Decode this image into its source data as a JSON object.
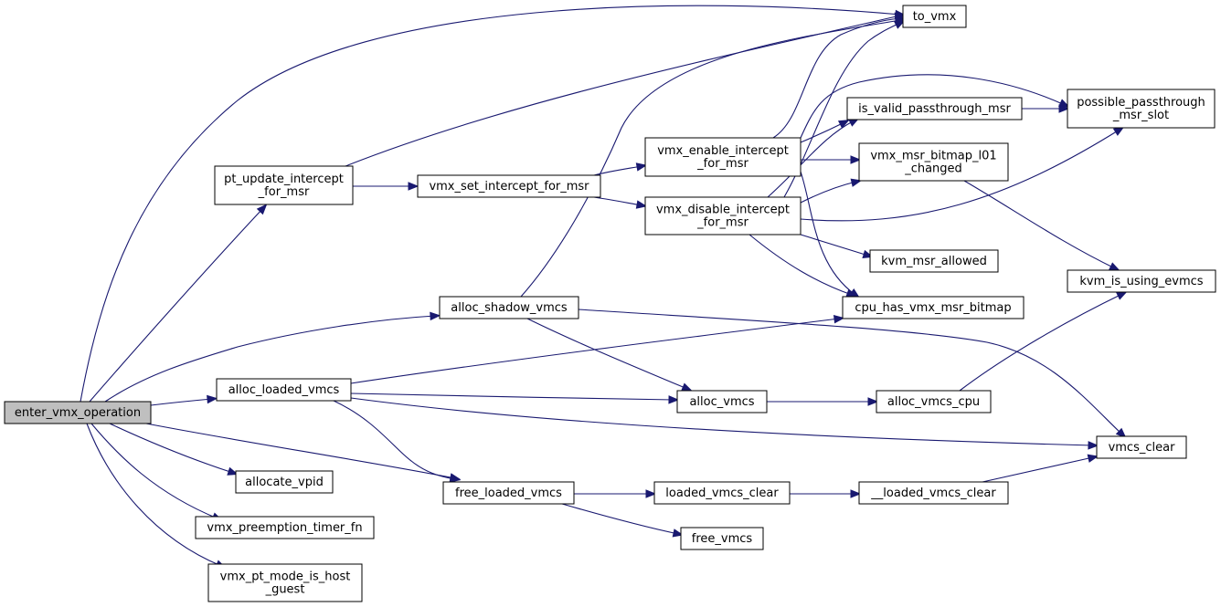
{
  "nodes": [
    {
      "id": "enter_vmx_operation",
      "lines": [
        "enter_vmx_operation"
      ],
      "root": true
    },
    {
      "id": "pt_update_intercept_for_msr",
      "lines": [
        "pt_update_intercept",
        "_for_msr"
      ]
    },
    {
      "id": "alloc_loaded_vmcs",
      "lines": [
        "alloc_loaded_vmcs"
      ]
    },
    {
      "id": "allocate_vpid",
      "lines": [
        "allocate_vpid"
      ]
    },
    {
      "id": "vmx_preemption_timer_fn",
      "lines": [
        "vmx_preemption_timer_fn"
      ]
    },
    {
      "id": "vmx_pt_mode_is_host_guest",
      "lines": [
        "vmx_pt_mode_is_host",
        "_guest"
      ]
    },
    {
      "id": "vmx_set_intercept_for_msr",
      "lines": [
        "vmx_set_intercept_for_msr"
      ]
    },
    {
      "id": "alloc_shadow_vmcs",
      "lines": [
        "alloc_shadow_vmcs"
      ]
    },
    {
      "id": "free_loaded_vmcs",
      "lines": [
        "free_loaded_vmcs"
      ]
    },
    {
      "id": "vmx_enable_intercept_for_msr",
      "lines": [
        "vmx_enable_intercept",
        "_for_msr"
      ]
    },
    {
      "id": "vmx_disable_intercept_for_msr",
      "lines": [
        "vmx_disable_intercept",
        "_for_msr"
      ]
    },
    {
      "id": "alloc_vmcs",
      "lines": [
        "alloc_vmcs"
      ]
    },
    {
      "id": "loaded_vmcs_clear",
      "lines": [
        "loaded_vmcs_clear"
      ]
    },
    {
      "id": "free_vmcs",
      "lines": [
        "free_vmcs"
      ]
    },
    {
      "id": "to_vmx",
      "lines": [
        "to_vmx"
      ]
    },
    {
      "id": "is_valid_passthrough_msr",
      "lines": [
        "is_valid_passthrough_msr"
      ]
    },
    {
      "id": "vmx_msr_bitmap_l01_changed",
      "lines": [
        "vmx_msr_bitmap_l01",
        "_changed"
      ]
    },
    {
      "id": "kvm_msr_allowed",
      "lines": [
        "kvm_msr_allowed"
      ]
    },
    {
      "id": "cpu_has_vmx_msr_bitmap",
      "lines": [
        "cpu_has_vmx_msr_bitmap"
      ]
    },
    {
      "id": "alloc_vmcs_cpu",
      "lines": [
        "alloc_vmcs_cpu"
      ]
    },
    {
      "id": "__loaded_vmcs_clear",
      "lines": [
        "__loaded_vmcs_clear"
      ]
    },
    {
      "id": "possible_passthrough_msr_slot",
      "lines": [
        "possible_passthrough",
        "_msr_slot"
      ]
    },
    {
      "id": "kvm_is_using_evmcs",
      "lines": [
        "kvm_is_using_evmcs"
      ]
    },
    {
      "id": "vmcs_clear",
      "lines": [
        "vmcs_clear"
      ]
    }
  ],
  "edges": [
    [
      "enter_vmx_operation",
      "to_vmx"
    ],
    [
      "enter_vmx_operation",
      "pt_update_intercept_for_msr"
    ],
    [
      "enter_vmx_operation",
      "alloc_shadow_vmcs"
    ],
    [
      "enter_vmx_operation",
      "alloc_loaded_vmcs"
    ],
    [
      "enter_vmx_operation",
      "free_loaded_vmcs"
    ],
    [
      "enter_vmx_operation",
      "allocate_vpid"
    ],
    [
      "enter_vmx_operation",
      "vmx_preemption_timer_fn"
    ],
    [
      "enter_vmx_operation",
      "vmx_pt_mode_is_host_guest"
    ],
    [
      "pt_update_intercept_for_msr",
      "to_vmx"
    ],
    [
      "pt_update_intercept_for_msr",
      "vmx_set_intercept_for_msr"
    ],
    [
      "vmx_set_intercept_for_msr",
      "vmx_enable_intercept_for_msr"
    ],
    [
      "vmx_set_intercept_for_msr",
      "vmx_disable_intercept_for_msr"
    ],
    [
      "vmx_enable_intercept_for_msr",
      "to_vmx"
    ],
    [
      "vmx_enable_intercept_for_msr",
      "possible_passthrough_msr_slot"
    ],
    [
      "vmx_enable_intercept_for_msr",
      "is_valid_passthrough_msr"
    ],
    [
      "vmx_enable_intercept_for_msr",
      "vmx_msr_bitmap_l01_changed"
    ],
    [
      "vmx_enable_intercept_for_msr",
      "cpu_has_vmx_msr_bitmap"
    ],
    [
      "vmx_disable_intercept_for_msr",
      "to_vmx"
    ],
    [
      "vmx_disable_intercept_for_msr",
      "is_valid_passthrough_msr"
    ],
    [
      "vmx_disable_intercept_for_msr",
      "vmx_msr_bitmap_l01_changed"
    ],
    [
      "vmx_disable_intercept_for_msr",
      "possible_passthrough_msr_slot"
    ],
    [
      "vmx_disable_intercept_for_msr",
      "kvm_msr_allowed"
    ],
    [
      "vmx_disable_intercept_for_msr",
      "cpu_has_vmx_msr_bitmap"
    ],
    [
      "is_valid_passthrough_msr",
      "possible_passthrough_msr_slot"
    ],
    [
      "vmx_msr_bitmap_l01_changed",
      "kvm_is_using_evmcs"
    ],
    [
      "alloc_shadow_vmcs",
      "to_vmx"
    ],
    [
      "alloc_shadow_vmcs",
      "alloc_vmcs"
    ],
    [
      "alloc_shadow_vmcs",
      "vmcs_clear"
    ],
    [
      "alloc_loaded_vmcs",
      "cpu_has_vmx_msr_bitmap"
    ],
    [
      "alloc_loaded_vmcs",
      "alloc_vmcs"
    ],
    [
      "alloc_loaded_vmcs",
      "vmcs_clear"
    ],
    [
      "alloc_loaded_vmcs",
      "free_loaded_vmcs"
    ],
    [
      "alloc_vmcs",
      "alloc_vmcs_cpu"
    ],
    [
      "alloc_vmcs_cpu",
      "kvm_is_using_evmcs"
    ],
    [
      "free_loaded_vmcs",
      "loaded_vmcs_clear"
    ],
    [
      "free_loaded_vmcs",
      "free_vmcs"
    ],
    [
      "loaded_vmcs_clear",
      "__loaded_vmcs_clear"
    ],
    [
      "__loaded_vmcs_clear",
      "vmcs_clear"
    ]
  ]
}
